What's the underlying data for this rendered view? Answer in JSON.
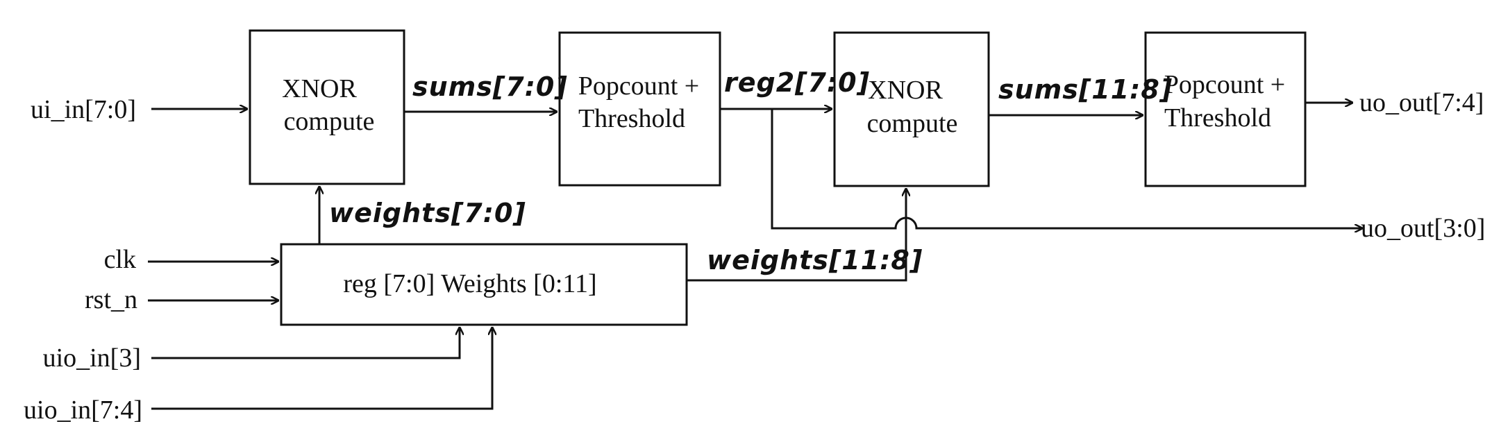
{
  "inputs": {
    "ui_in": "ui_in[7:0]",
    "clk": "clk",
    "rst_n": "rst_n",
    "uio_in_3": "uio_in[3]",
    "uio_in_74": "uio_in[7:4]"
  },
  "outputs": {
    "uo_out_hi": "uo_out[7:4]",
    "uo_out_lo": "uo_out[3:0]"
  },
  "blocks": {
    "xnor1": [
      "XNOR",
      "compute"
    ],
    "popcount1": [
      "Popcount +",
      "Threshold"
    ],
    "xnor2": [
      "XNOR",
      "compute"
    ],
    "popcount2": [
      "Popcount +",
      "Threshold"
    ],
    "weights_reg": "reg [7:0] Weights [0:11]"
  },
  "signals": {
    "sums_lo": "sums[7:0]",
    "reg2": "reg2[7:0]",
    "sums_hi": "sums[11:8]",
    "weights_lo": "weights[7:0]",
    "weights_hi": "weights[11:8]"
  }
}
